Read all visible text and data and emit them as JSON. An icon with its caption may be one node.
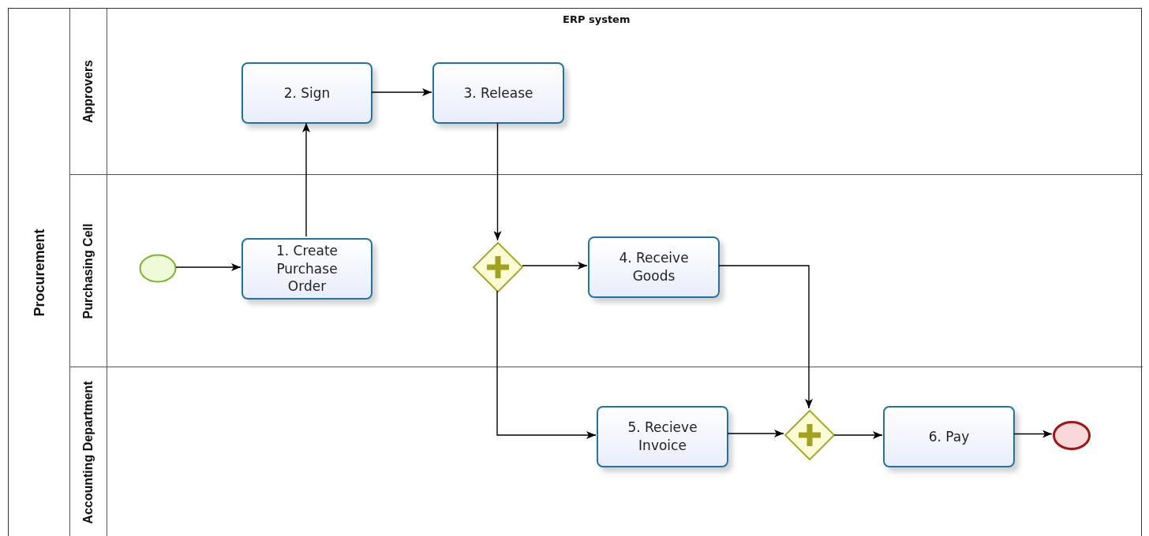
{
  "diagram": {
    "nodes": [
      {
        "text": [
          "Procurement"
        ]
      },
      {
        "text": [
          "Approvers"
        ],
        "in": 0
      },
      {
        "text": [
          "Purchasing Cell"
        ],
        "in": 0
      },
      {
        "text": [
          "Accounting Department"
        ],
        "in": 0
      },
      {
        "text": [
          "2. Sign"
        ],
        "in": 1
      },
      {
        "text": [
          "3. Release"
        ],
        "in": 1
      },
      {
        "text": [],
        "shape": "circle",
        "in": 2
      },
      {
        "text": [
          "1. Create Purchase Order"
        ],
        "in": 2
      },
      {
        "text": [],
        "shape": "diamond",
        "in": 2
      },
      {
        "text": [
          "4. Receive Goods"
        ],
        "in": 2
      },
      {
        "text": [
          "5. Recieve Invoice"
        ],
        "in": 3
      },
      {
        "text": [],
        "shape": "diamond",
        "in": 3
      },
      {
        "text": [
          "6. Pay"
        ],
        "in": 3
      },
      {
        "text": [],
        "shape": "circle",
        "in": 3
      }
    ],
    "edges": [
      {
        "from": 6,
        "to": 7,
        "arrow": "to"
      },
      {
        "from": 7,
        "to": 4,
        "arrow": "to"
      },
      {
        "from": 4,
        "to": 5,
        "arrow": "to"
      },
      {
        "from": 5,
        "to": 8,
        "arrow": "to"
      },
      {
        "from": 8,
        "to": 9,
        "arrow": "to"
      },
      {
        "from": 8,
        "to": 10,
        "arrow": "to"
      },
      {
        "from": 9,
        "to": 11,
        "arrow": "to"
      },
      {
        "from": 10,
        "to": 11,
        "arrow": "to"
      },
      {
        "from": 11,
        "to": 12,
        "arrow": "to"
      },
      {
        "from": 12,
        "to": 13,
        "arrow": "to"
      }
    ],
    "labels": [
      "ERP system"
    ]
  }
}
